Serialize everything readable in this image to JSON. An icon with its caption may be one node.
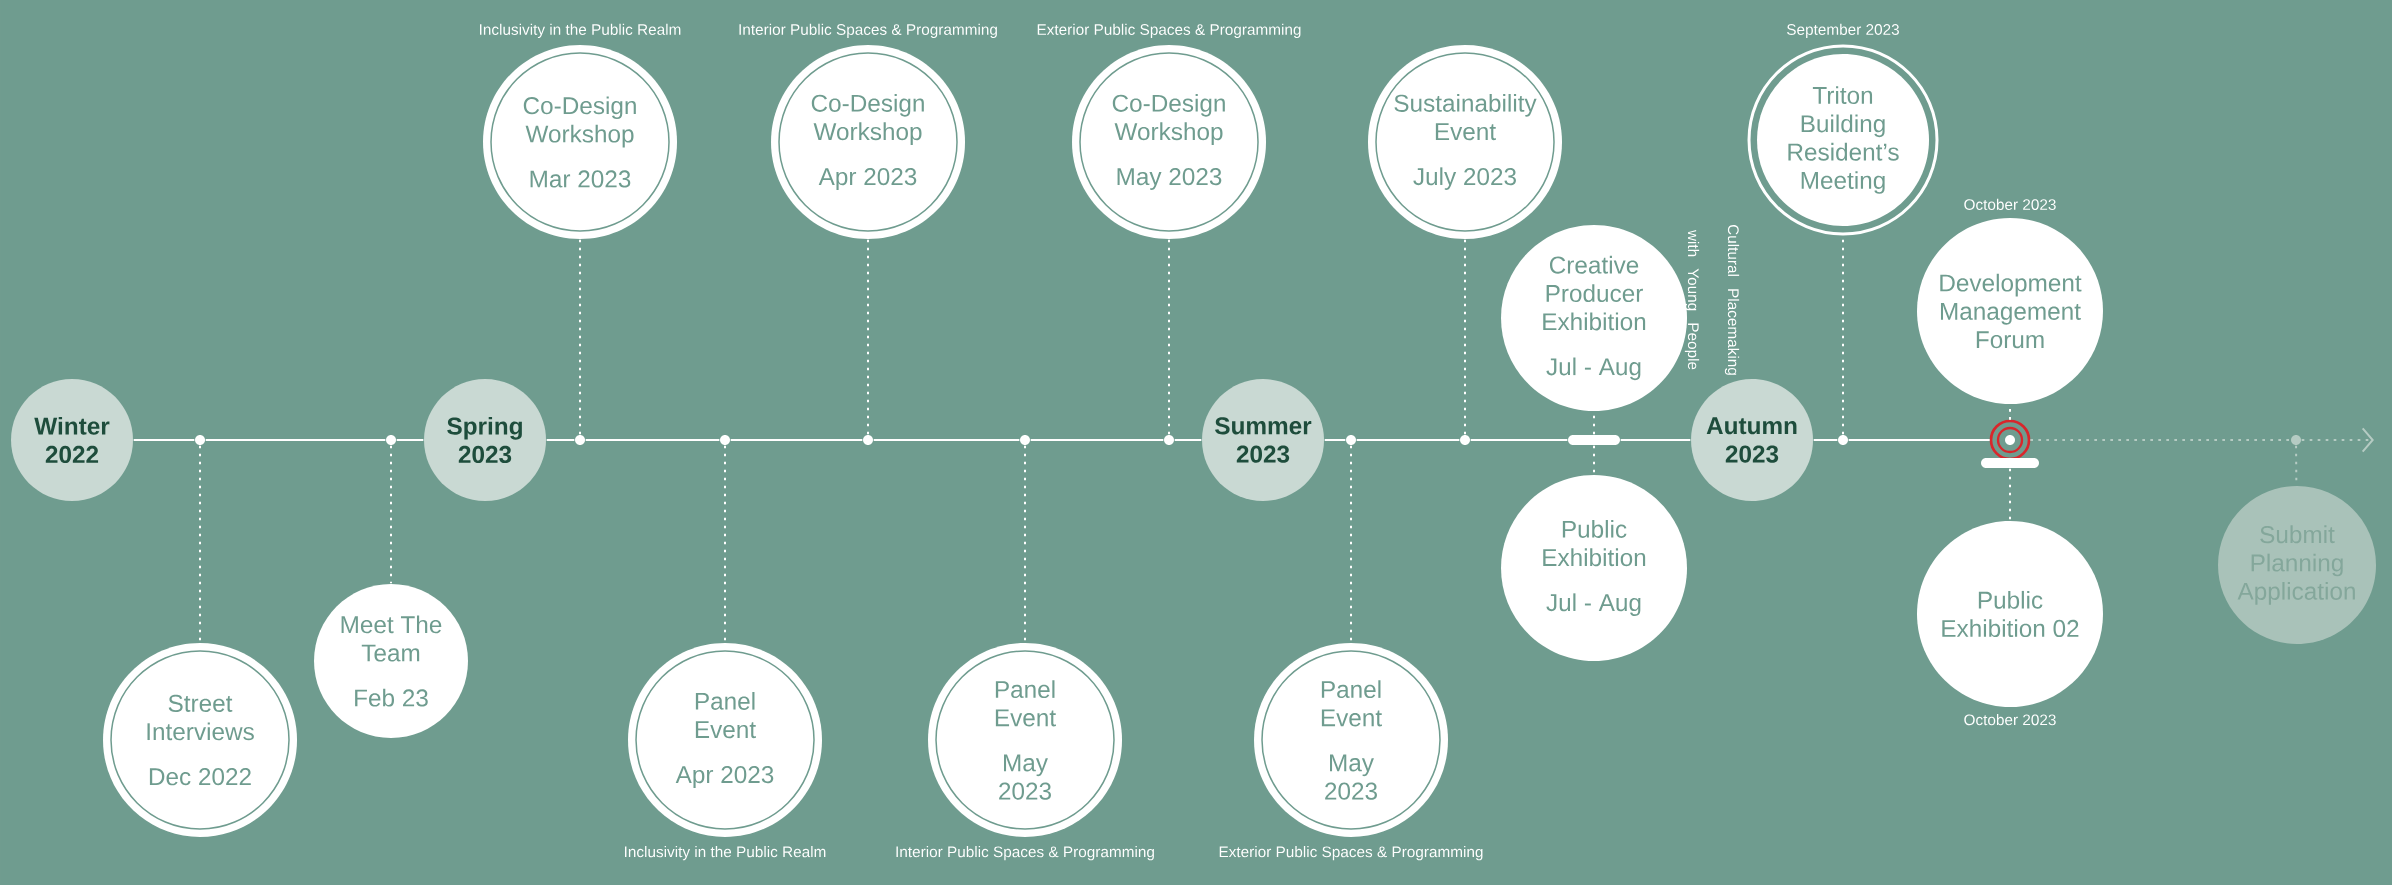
{
  "diagram": {
    "nodes": [
      {
        "text": [
          "Winter 2022"
        ]
      },
      {
        "text": [],
        "shape": "circle"
      },
      {
        "text": [
          "Street Interviews",
          "Dec 2022"
        ]
      },
      {
        "text": [],
        "shape": "circle"
      },
      {
        "text": [
          "Meet The Team",
          "Feb 23"
        ]
      },
      {
        "text": [
          "Spring 2023"
        ]
      },
      {
        "text": [],
        "shape": "circle"
      },
      {
        "text": [
          "Co-Design Workshop",
          "Mar 2023"
        ],
        "beside": [
          "Inclusivity in the Public Realm"
        ]
      },
      {
        "text": [],
        "shape": "circle"
      },
      {
        "text": [
          "Panel Event",
          "Apr 2023"
        ],
        "beside": [
          "Inclusivity in the Public Realm"
        ]
      },
      {
        "text": [],
        "shape": "circle"
      },
      {
        "text": [
          "Co-Design Workshop",
          "Apr 2023"
        ],
        "beside": [
          "Interior Public Spaces & Programming"
        ]
      },
      {
        "text": [],
        "shape": "circle"
      },
      {
        "text": [
          "Panel Event",
          "May 2023"
        ],
        "beside": [
          "Interior Public Spaces & Programming"
        ]
      },
      {
        "text": [],
        "shape": "circle"
      },
      {
        "text": [
          "Co-Design Workshop",
          "May 2023"
        ],
        "beside": [
          "Exterior Public Spaces & Programming"
        ]
      },
      {
        "text": [
          "Summer 2023"
        ]
      },
      {
        "text": [],
        "shape": "circle"
      },
      {
        "text": [
          "Panel Event",
          "May 2023"
        ],
        "beside": [
          "Exterior Public Spaces & Programming"
        ]
      },
      {
        "text": [],
        "shape": "circle"
      },
      {
        "text": [
          "Sustainability Event",
          "July 2023"
        ]
      },
      {
        "text": [],
        "shape": "bar"
      },
      {
        "text": [
          "Creative Producer Exhibition",
          "Jul - Aug"
        ],
        "beside": [
          "Cultural Placemaking with Young People"
        ]
      },
      {
        "text": [
          "Public Exhibition",
          "Jul - Aug"
        ]
      },
      {
        "text": [
          "Autumn 2023"
        ]
      },
      {
        "text": [],
        "shape": "circle"
      },
      {
        "text": [
          "Triton Building Resident’s Meeting"
        ],
        "beside": [
          "September 2023"
        ]
      },
      {
        "text": [],
        "shape": "circle"
      },
      {
        "text": [
          "Development Management Forum"
        ],
        "beside": [
          "October 2023"
        ]
      },
      {
        "text": [],
        "shape": "bar"
      },
      {
        "text": [
          "Public Exhibition 02"
        ],
        "beside": [
          "October 2023"
        ]
      },
      {
        "text": [],
        "shape": "circle"
      },
      {
        "text": [
          "Submit Planning Application"
        ]
      }
    ],
    "edges": [
      {
        "from": 0,
        "to": 1,
        "arrow": "none"
      },
      {
        "from": 1,
        "to": 3,
        "arrow": "none"
      },
      {
        "from": 3,
        "to": 5,
        "arrow": "none"
      },
      {
        "from": 5,
        "to": 6,
        "arrow": "none"
      },
      {
        "from": 6,
        "to": 8,
        "arrow": "none"
      },
      {
        "from": 8,
        "to": 10,
        "arrow": "none"
      },
      {
        "from": 10,
        "to": 12,
        "arrow": "none"
      },
      {
        "from": 12,
        "to": 14,
        "arrow": "none"
      },
      {
        "from": 14,
        "to": 16,
        "arrow": "none"
      },
      {
        "from": 16,
        "to": 17,
        "arrow": "none"
      },
      {
        "from": 17,
        "to": 19,
        "arrow": "none"
      },
      {
        "from": 19,
        "to": 21,
        "arrow": "none"
      },
      {
        "from": 21,
        "to": 24,
        "arrow": "none"
      },
      {
        "from": 24,
        "to": 25,
        "arrow": "none"
      },
      {
        "from": 25,
        "to": 27,
        "arrow": "none"
      },
      {
        "from": 27,
        "to": 31,
        "arrow": "none",
        "style": "dashed",
        "color": "#b5cbc3"
      },
      {
        "from": 31,
        "to": null,
        "arrow": "to",
        "style": "dashed",
        "color": "#b5cbc3"
      },
      {
        "from": 1,
        "to": 2,
        "arrow": "none",
        "style": "dashed"
      },
      {
        "from": 3,
        "to": 4,
        "arrow": "none",
        "style": "dashed"
      },
      {
        "from": 6,
        "to": 7,
        "arrow": "none",
        "style": "dashed"
      },
      {
        "from": 8,
        "to": 9,
        "arrow": "none",
        "style": "dashed"
      },
      {
        "from": 10,
        "to": 11,
        "arrow": "none",
        "style": "dashed"
      },
      {
        "from": 12,
        "to": 13,
        "arrow": "none",
        "style": "dashed"
      },
      {
        "from": 14,
        "to": 15,
        "arrow": "none",
        "style": "dashed"
      },
      {
        "from": 17,
        "to": 18,
        "arrow": "none",
        "style": "dashed"
      },
      {
        "from": 19,
        "to": 20,
        "arrow": "none",
        "style": "dashed"
      },
      {
        "from": 21,
        "to": 22,
        "arrow": "none",
        "style": "dashed"
      },
      {
        "from": 21,
        "to": 23,
        "arrow": "none",
        "style": "dashed"
      },
      {
        "from": 25,
        "to": 26,
        "arrow": "none",
        "style": "dashed"
      },
      {
        "from": 27,
        "to": 28,
        "arrow": "none",
        "style": "dashed"
      },
      {
        "from": 29,
        "to": 30,
        "arrow": "none",
        "style": "dashed"
      },
      {
        "from": 31,
        "to": 32,
        "arrow": "none",
        "style": "dashed",
        "color": "#b5cbc3"
      }
    ]
  }
}
